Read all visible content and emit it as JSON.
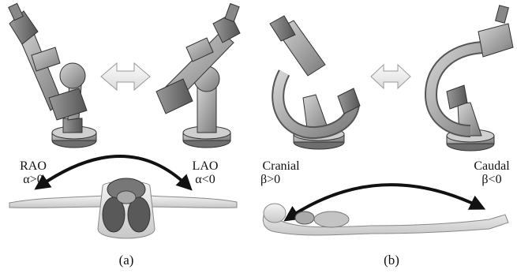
{
  "panel_a": {
    "left_label": "RAO",
    "left_condition": "α>0",
    "right_label": "LAO",
    "right_condition": "α<0",
    "caption": "(a)"
  },
  "panel_b": {
    "left_label": "Cranial",
    "left_condition": "β>0",
    "right_label": "Caudal",
    "right_condition": "β<0",
    "caption": "(b)"
  }
}
